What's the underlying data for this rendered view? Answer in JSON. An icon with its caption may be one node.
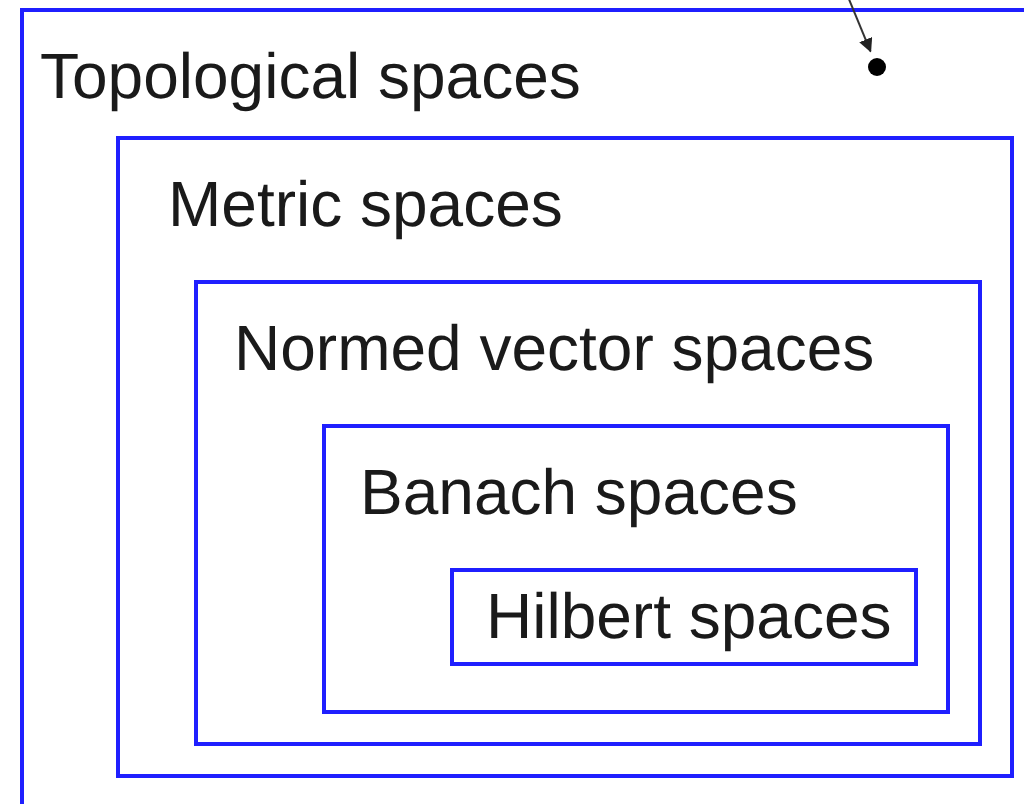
{
  "diagram": {
    "nodes": [
      {
        "text": [
          "Topological spaces"
        ]
      },
      {
        "text": [
          "Metric spaces"
        ],
        "in": 0
      },
      {
        "text": [
          "Normed vector spaces"
        ],
        "in": 1
      },
      {
        "text": [
          "Banach spaces"
        ],
        "in": 2
      },
      {
        "text": [
          "Hilbert spaces"
        ],
        "in": 3
      },
      {
        "text": [],
        "shape": "circle",
        "in": 0
      }
    ],
    "edges": [
      {
        "from": null,
        "to": 5,
        "arrow": "to"
      }
    ]
  }
}
